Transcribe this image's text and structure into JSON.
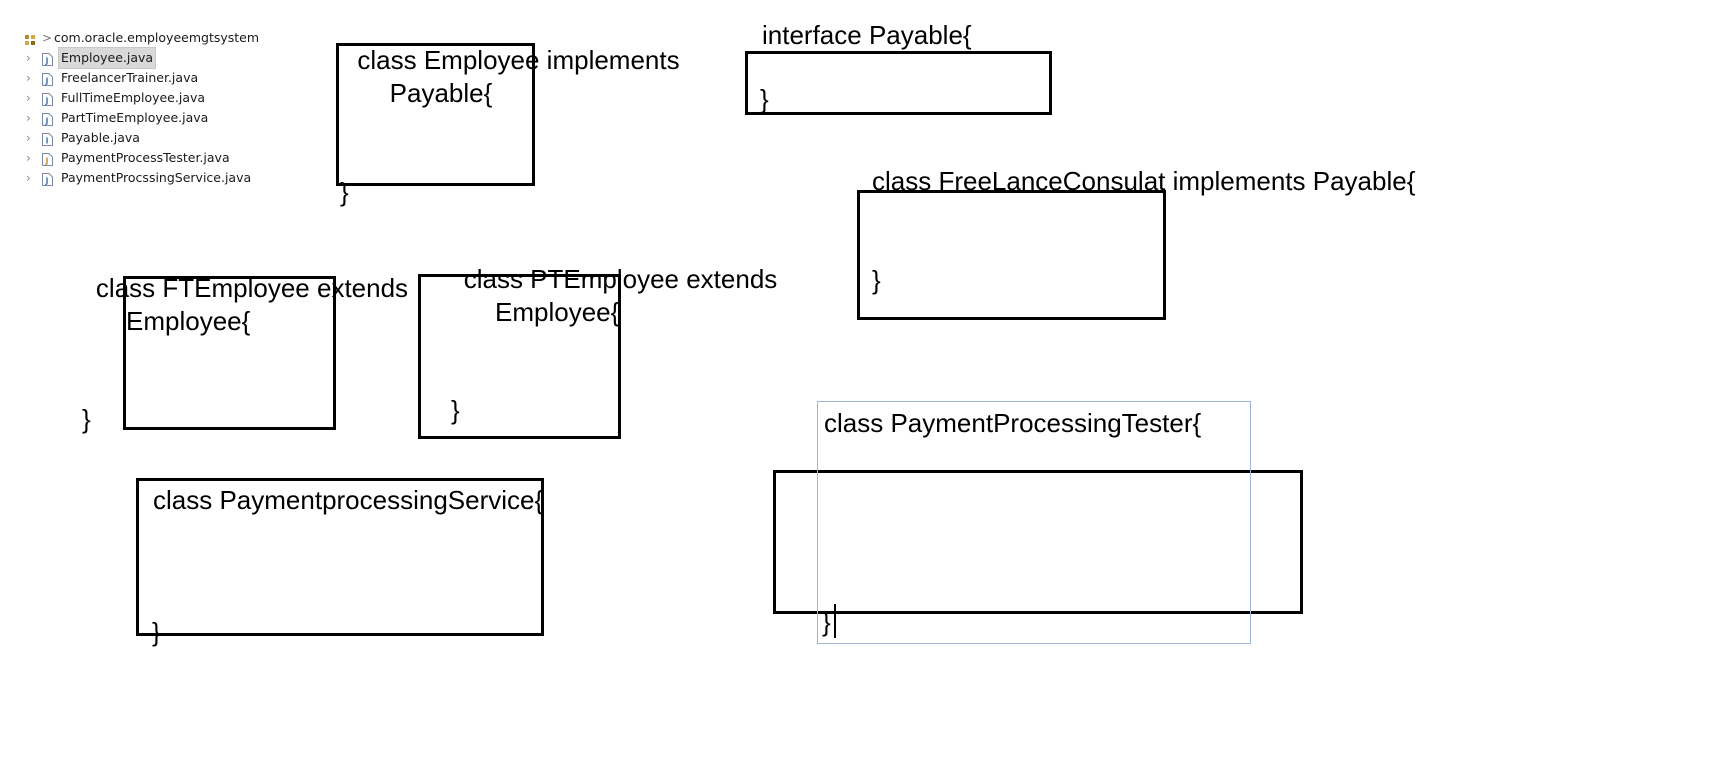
{
  "package_explorer": {
    "package": {
      "label": "com.oracle.employeemgtsystem",
      "icon": "package-icon",
      "arrow": ">"
    },
    "expander_glyph": "›",
    "files": [
      {
        "label": "Employee.java",
        "icon": "java-class-file-icon",
        "selected": true
      },
      {
        "label": "FreelancerTrainer.java",
        "icon": "java-class-file-icon",
        "selected": false
      },
      {
        "label": "FullTimeEmployee.java",
        "icon": "java-class-file-icon",
        "selected": false
      },
      {
        "label": "PartTimeEmployee.java",
        "icon": "java-class-file-icon",
        "selected": false
      },
      {
        "label": "Payable.java",
        "icon": "java-interface-file-icon",
        "selected": false
      },
      {
        "label": "PaymentProcessTester.java",
        "icon": "java-runnable-class-file-icon",
        "selected": false
      },
      {
        "label": "PaymentProcssingService.java",
        "icon": "java-class-file-icon",
        "selected": false
      }
    ]
  },
  "whiteboard": {
    "employee": {
      "line1": "class Employee implements",
      "line2": "Payable{",
      "close": "}"
    },
    "payable": {
      "header": "interface Payable{",
      "close": "}"
    },
    "freelance": {
      "header": "class FreeLanceConsulat implements Payable{",
      "close": "}"
    },
    "ftemployee": {
      "line1": "class FTEmployee extends",
      "line2": "Employee{",
      "close": "}"
    },
    "ptemployee": {
      "line1": "class PTEmployee extends",
      "line2": "Employee{",
      "close": "}"
    },
    "tester": {
      "header": "class PaymentProcessingTester{",
      "close": "}"
    },
    "service": {
      "header": "class PaymentprocessingService{",
      "close": "}"
    }
  },
  "colors": {
    "ink": "#000000",
    "selection_frame": "#9bb8d8",
    "tree_selected_bg": "#d9d9d9",
    "java_icon": "#4a6fa5"
  }
}
